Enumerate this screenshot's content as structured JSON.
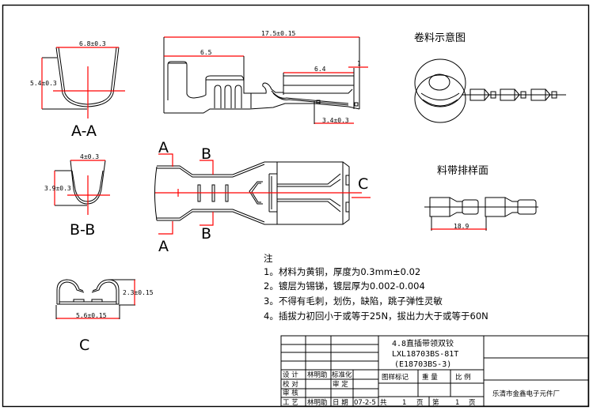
{
  "drawing": {
    "views": {
      "section_aa": {
        "label": "A-A",
        "width_dim": "6.8±0.3",
        "height_dim": "5.4±0.3"
      },
      "section_bb": {
        "label": "B-B",
        "width_dim": "4±0.3",
        "height_dim": "3.9±0.3"
      },
      "view_c": {
        "label": "C",
        "width_dim": "5.6±0.15",
        "height_dim": "2.3±0.15"
      },
      "side_view": {
        "overall_dim": "17.5±0.15",
        "crimp_dim": "6.5",
        "contact_dim": "6.4",
        "tip_dim": "1",
        "lock_dim": "3.4±0.3"
      },
      "top_view": {
        "cut_a_top": "A",
        "cut_a_bottom": "A",
        "cut_b_top": "B",
        "cut_b_bottom": "B",
        "view_c_marker": "C"
      },
      "reel_view": {
        "title": "卷料示意图"
      },
      "strip_view": {
        "title": "料带排样面",
        "pitch_dim": "18.9"
      }
    },
    "notes": {
      "heading": "注",
      "items": [
        "1。材料为黄铜，厚度为0.3mm±0.02",
        "2。镀层为锡锑，镀层厚为0.002-0.004",
        "3。不得有毛刺，划伤，缺陷，跳子弹性灵敏",
        "4。插拔力初回小于或等于25N，拔出力大于或等于60N"
      ]
    },
    "title_block": {
      "product_name": "4.8直插带领双铰",
      "part_number": "LXL18703BS-81T",
      "alt_part_number": "(E18703BS-3)",
      "company": "乐清市金鑫电子元件厂",
      "mark_label": "图样标记",
      "weight_label": "重  量",
      "scale_label": "比  例",
      "total_pages_label": "共",
      "total_pages_value": "1",
      "page_unit": "页",
      "page_no_label": "第",
      "page_no_value": "1",
      "design_label": "设  计",
      "designer": "林明助",
      "standardization_label": "标准化",
      "check_label": "校  对",
      "approve_label": "审  定",
      "review_label": "审  核",
      "process_label": "工  艺",
      "process_person": "林明助",
      "date_label": "日  期",
      "date_value": "07-2-5"
    },
    "colors": {
      "line": "#000000",
      "dimension": "#ff0000",
      "background": "#ffffff"
    }
  }
}
